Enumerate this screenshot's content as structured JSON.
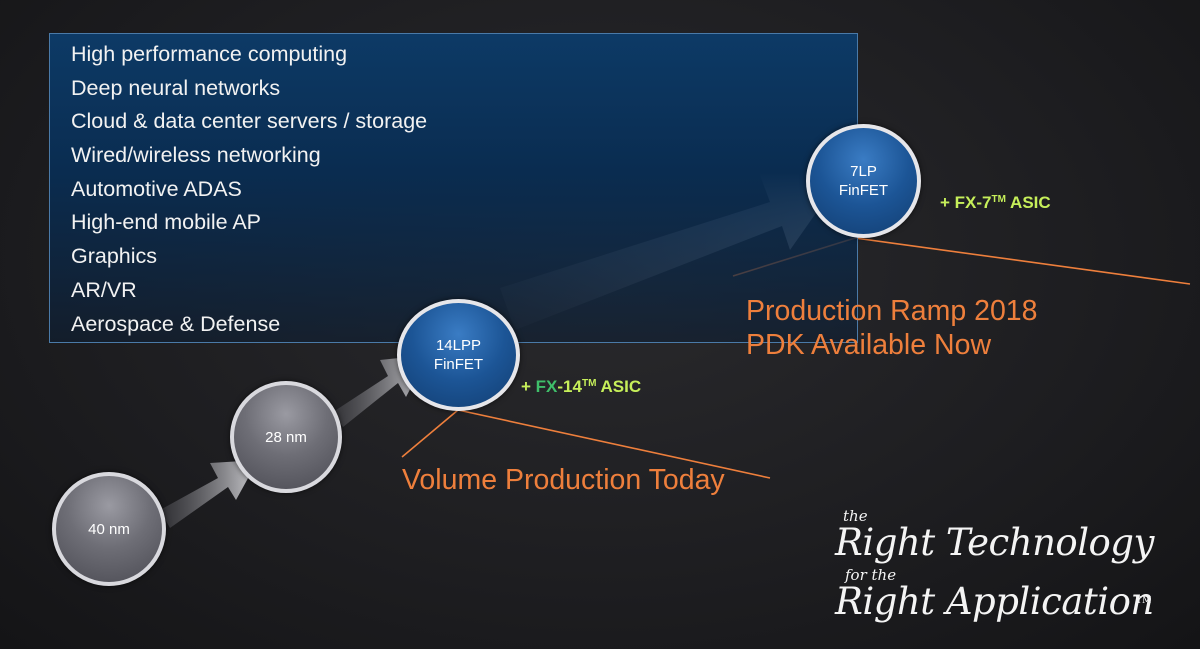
{
  "applications": [
    "High performance computing",
    "Deep neural networks",
    "Cloud & data center servers / storage",
    "Wired/wireless networking",
    "Automotive ADAS",
    "High-end mobile AP",
    "Graphics",
    "AR/VR",
    "Aerospace & Defense"
  ],
  "nodes": [
    {
      "id": "40nm",
      "lines": [
        "40 nm"
      ],
      "style": "gray"
    },
    {
      "id": "28nm",
      "lines": [
        "28 nm"
      ],
      "style": "gray"
    },
    {
      "id": "14lpp",
      "lines": [
        "14LPP",
        "FinFET"
      ],
      "style": "blue"
    },
    {
      "id": "7lp",
      "lines": [
        "7LP",
        "FinFET"
      ],
      "style": "blue"
    }
  ],
  "asic_14": {
    "plus": "+ ",
    "prefix": "FX",
    "suffix": "-14",
    "tm": "TM",
    "word": " ASIC"
  },
  "asic_7": {
    "plus": "+ ",
    "prefix": "FX",
    "suffix": "-7",
    "tm": "TM",
    "word": " ASIC"
  },
  "callouts": {
    "volume": "Volume Production Today",
    "ramp_line1": "Production Ramp 2018",
    "ramp_line2": "PDK Available Now"
  },
  "tagline": {
    "the": "the",
    "line1": "Right Technology",
    "for_the": "for the",
    "line2": "Right Application",
    "tm": "TM"
  },
  "colors": {
    "orange": "#ee7f3c",
    "asic_green": "#c6ef5a",
    "fx14_green": "#3fbf6a",
    "box_border": "#4a7aa8",
    "node_blue": "#1c5596",
    "node_gray": "#6e6e76"
  }
}
